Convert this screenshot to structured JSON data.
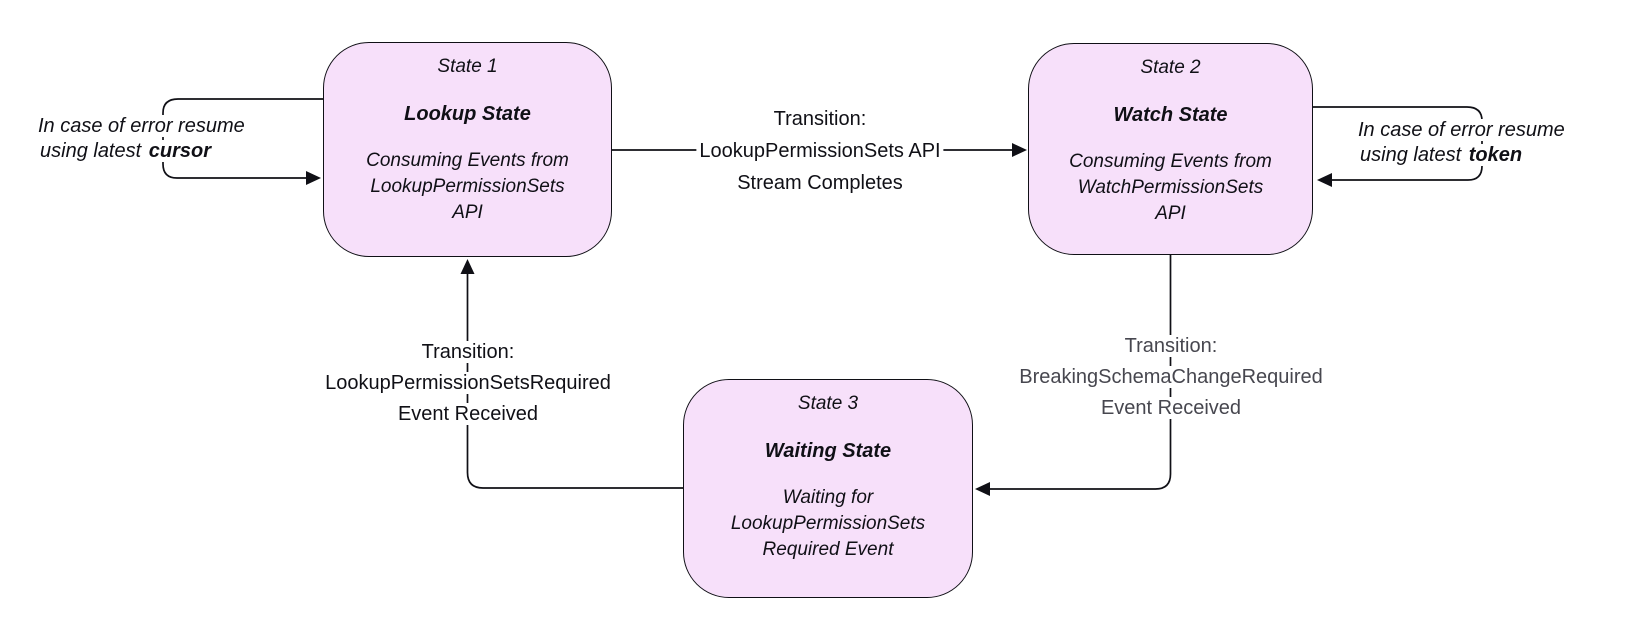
{
  "diagram": {
    "states": [
      {
        "title": "State 1",
        "name": "Lookup State",
        "description_lines": [
          "Consuming Events from",
          "LookupPermissionSets",
          "API"
        ]
      },
      {
        "title": "State 2",
        "name": "Watch State",
        "description_lines": [
          "Consuming Events from",
          "WatchPermissionSets",
          "API"
        ]
      },
      {
        "title": "State 3",
        "name": "Waiting State",
        "description_lines": [
          "Waiting for",
          "LookupPermissionSets",
          "Required Event"
        ]
      }
    ],
    "transitions": [
      {
        "from": "State 1",
        "to": "State 2",
        "label_lines": [
          "Transition:",
          "LookupPermissionSets API",
          "Stream Completes"
        ]
      },
      {
        "from": "State 2",
        "to": "State 3",
        "label_lines": [
          "Transition:",
          "BreakingSchemaChangeRequired",
          "Event Received"
        ]
      },
      {
        "from": "State 3",
        "to": "State 1",
        "label_lines": [
          "Transition:",
          "LookupPermissionSetsRequired",
          "Event Received"
        ]
      }
    ],
    "self_loops": [
      {
        "state": "State 1",
        "line1": "In case of error resume",
        "line2_prefix": "using latest ",
        "keyword": "cursor"
      },
      {
        "state": "State 2",
        "line1": "In case of error resume",
        "line2_prefix": "using latest ",
        "keyword": "token"
      }
    ],
    "colors": {
      "state_fill": "#f7e0fa",
      "state_border": "#101016",
      "line": "#101016",
      "text": "#101016",
      "muted_text": "#47474f",
      "background": "#ffffff"
    }
  }
}
